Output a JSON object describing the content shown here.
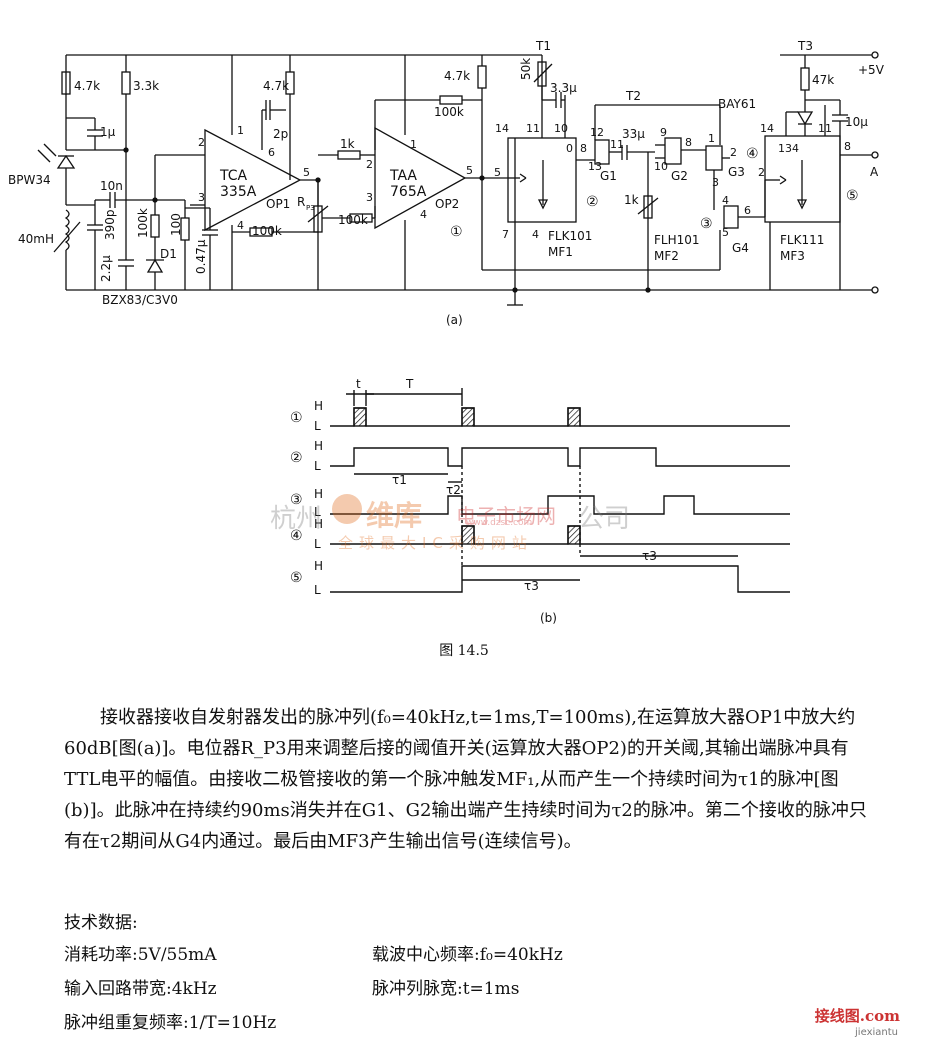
{
  "circuit": {
    "parts": {
      "r1": "4.7k",
      "r2": "3.3k",
      "c1": "1μ",
      "photodiode": "BPW34",
      "c2": "10n",
      "inductor": "40mH",
      "c3": "390p",
      "c4": "2.2μ",
      "r3": "100k",
      "zener": "D1",
      "zener_type": "BZX83/C3V0",
      "r4": "100",
      "c5": "0.47μ",
      "op1_name": "TCA",
      "op1_type": "335A",
      "op1_label": "OP1",
      "r5": "4.7k",
      "c6": "2p",
      "r6": "100k",
      "r7": "1k",
      "rp3": "R",
      "rp3_sub": "P3",
      "rp3_val": "100k",
      "op2_name": "TAA",
      "op2_type": "765A",
      "op2_label": "OP2",
      "r8": "4.7k",
      "r9": "100k",
      "t1": "T1",
      "r10": "50k",
      "c7": "3.3μ",
      "c8": "33μ",
      "t2": "T2",
      "mf1_type": "FLK101",
      "mf1": "MF1",
      "g1": "G1",
      "g2": "G2",
      "g3": "G3",
      "g4": "G4",
      "r11": "1k",
      "mf2_type": "FLH101",
      "mf2": "MF2",
      "t3": "T3",
      "supply": "+5V",
      "r12": "47k",
      "diode": "BAY61",
      "c9": "10μ",
      "mf3_type": "FLK111",
      "mf3": "MF3",
      "out": "A"
    },
    "pins": {
      "op1_2": "2",
      "op1_3": "3",
      "op1_1": "1",
      "op1_6": "6",
      "op1_5": "5",
      "op1_4": "4",
      "op2_2": "2",
      "op2_3": "3",
      "op2_1": "1",
      "op2_5": "5",
      "op2_4": "4",
      "mf1_14": "14",
      "mf1_11": "11",
      "mf1_10": "10",
      "mf1_0": "0",
      "mf1_7": "7",
      "mf1_4": "4",
      "mf1_5": "5",
      "g1_12": "12",
      "g1_8": "8",
      "g1_13": "13",
      "g1_11": "11",
      "g2_9": "9",
      "g2_8": "8",
      "g2_10": "10",
      "g3_1": "1",
      "g3_2": "2",
      "g3_3": "3",
      "g4_4": "4",
      "g4_5": "5",
      "g4_6": "6",
      "mf3_14": "14",
      "mf3_11": "11",
      "mf3_134": "134",
      "mf3_2": "2",
      "mf3_8": "8"
    },
    "markers": {
      "m1": "①",
      "m2": "②",
      "m3": "③",
      "m4": "④",
      "m5": "⑤"
    },
    "sublabel": "(a)"
  },
  "timing": {
    "t_label": "t",
    "T_label": "T",
    "rows": [
      {
        "num": "①",
        "h": "H",
        "l": "L"
      },
      {
        "num": "②",
        "h": "H",
        "l": "L"
      },
      {
        "num": "③",
        "h": "H",
        "l": "L"
      },
      {
        "num": "④",
        "h": "H",
        "l": "L"
      },
      {
        "num": "⑤",
        "h": "H",
        "l": "L"
      }
    ],
    "tau1": "τ1",
    "tau2": "τ2",
    "tau3a": "τ3",
    "tau3b": "τ3",
    "sublabel": "(b)"
  },
  "figure_caption": "图 14.5",
  "paragraph": "接收器接收自发射器发出的脉冲列(f₀=40kHz,t=1ms,T=100ms),在运算放大器OP1中放大约60dB[图(a)]。电位器R_P3用来调整后接的阈值开关(运算放大器OP2)的开关阈,其输出端脉冲具有TTL电平的幅值。由接收二极管接收的第一个脉冲触发MF₁,从而产生一个持续时间为τ1的脉冲[图(b)]。此脉冲在持续约90ms消失并在G1、G2输出端产生持续时间为τ2的脉冲。第二个接收的脉冲只有在τ2期间从G4内通过。最后由MF3产生输出信号(连续信号)。",
  "specs": {
    "title": "技术数据:",
    "power": "消耗功率:5V/55mA",
    "carrier": "载波中心频率:f₀=40kHz",
    "bandwidth": "输入回路带宽:4kHz",
    "pulse_width": "脉冲列脉宽:t=1ms",
    "repetition": "脉冲组重复频率:1/T=10Hz"
  },
  "watermark": {
    "left": "杭州",
    "brand": "维库",
    "site": "电子市场网",
    "url": "www.dzsc.com",
    "right": "公司",
    "slogan": "全球最大IC采购网站"
  },
  "footer": {
    "logo": "接线图.com",
    "sub": "jiexiantu"
  }
}
